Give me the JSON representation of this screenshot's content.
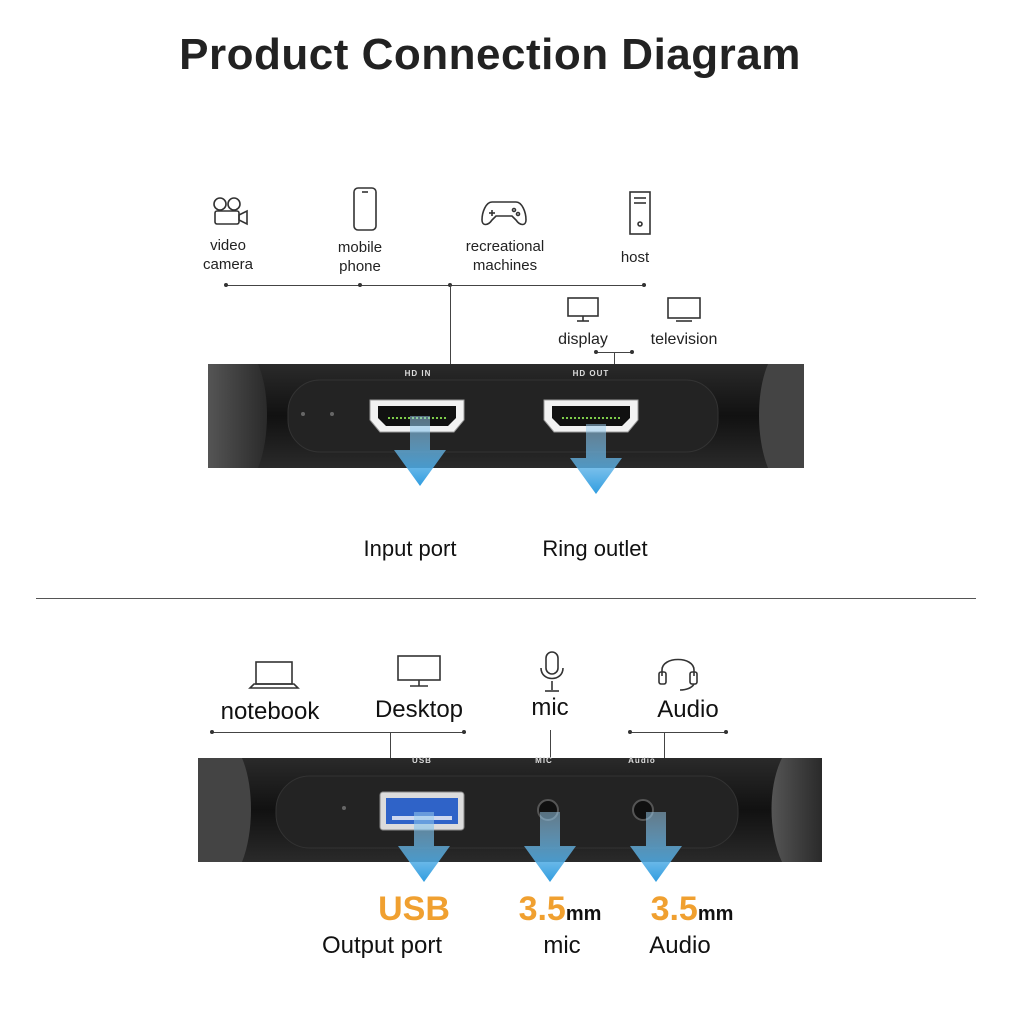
{
  "title": "Product Connection Diagram",
  "top": {
    "sources": [
      {
        "name": "video-camera",
        "label1": "video",
        "label2": "camera",
        "icon": "video-camera-icon"
      },
      {
        "name": "mobile-phone",
        "label1": "mobile",
        "label2": "phone",
        "icon": "mobile-phone-icon"
      },
      {
        "name": "recreational-machines",
        "label1": "recreational",
        "label2": "machines",
        "icon": "gamepad-icon"
      },
      {
        "name": "host",
        "label1": "host",
        "label2": "",
        "icon": "tower-pc-icon"
      }
    ],
    "outputs": [
      {
        "name": "display",
        "label": "display",
        "icon": "monitor-icon"
      },
      {
        "name": "television",
        "label": "television",
        "icon": "tv-icon"
      }
    ],
    "port_in_label": "HD IN",
    "port_out_label": "HD OUT",
    "input_port": "Input port",
    "ring_outlet": "Ring outlet"
  },
  "bottom": {
    "devices": [
      {
        "name": "notebook",
        "label": "notebook",
        "icon": "laptop-icon"
      },
      {
        "name": "desktop",
        "label": "Desktop",
        "icon": "monitor-icon"
      },
      {
        "name": "mic",
        "label": "mic",
        "icon": "microphone-icon"
      },
      {
        "name": "audio",
        "label": "Audio",
        "icon": "headset-icon"
      }
    ],
    "port_usb_label": "USB",
    "port_mic_label": "MIC",
    "port_audio_label": "Audio",
    "usb_big": "USB",
    "usb_sub": "Output port",
    "mic_big": "3.5",
    "mic_unit": "mm",
    "mic_sub": "mic",
    "audio_big": "3.5",
    "audio_unit": "mm",
    "audio_sub": "Audio"
  },
  "colors": {
    "accent_orange": "#f0a030",
    "arrow_blue": "#2f9de0",
    "device_black": "#1b1b1b"
  }
}
